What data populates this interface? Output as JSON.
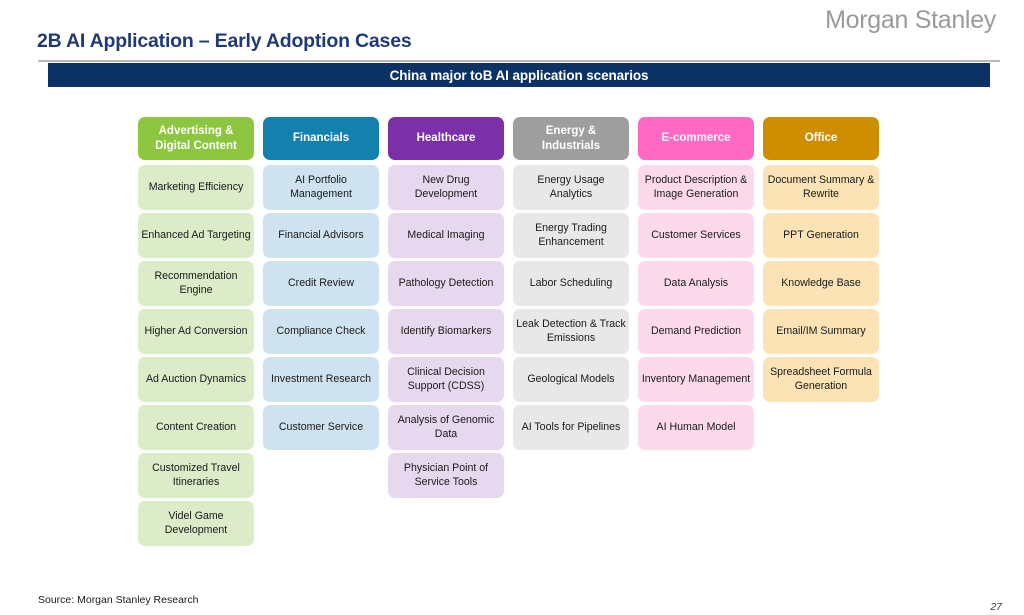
{
  "brand": {
    "logo_text": "Morgan Stanley",
    "logo_color": "#9a9a9a"
  },
  "slide": {
    "title": "2B AI Application – Early Adoption Cases",
    "title_color": "#1f3a77",
    "banner_text": "China major toB AI application scenarios",
    "banner_color": "#0c3263",
    "source": "Source: Morgan Stanley Research",
    "page_number": "27"
  },
  "matrix": {
    "columns": [
      {
        "header": "Advertising & Digital Content",
        "header_color": "#8cc63e",
        "cell_color": "#dcebc8",
        "cells": [
          "Marketing Efficiency",
          "Enhanced Ad Targeting",
          "Recommendation Engine",
          "Higher Ad Conversion",
          "Ad Auction Dynamics",
          "Content Creation",
          "Customized Travel Itineraries",
          "Videl Game Development"
        ]
      },
      {
        "header": "Financials",
        "header_color": "#1480ae",
        "cell_color": "#cee2ef",
        "cells": [
          "AI Portfolio Management",
          "Financial Advisors",
          "Credit Review",
          "Compliance Check",
          "Investment Research",
          "Customer Service"
        ]
      },
      {
        "header": "Healthcare",
        "header_color": "#7b2fa8",
        "cell_color": "#e6d8ee",
        "cells": [
          "New Drug Development",
          "Medical Imaging",
          "Pathology Detection",
          "Identify Biomarkers",
          "Clinical Decision Support (CDSS)",
          "Analysis of Genomic Data",
          "Physician Point of Service Tools"
        ]
      },
      {
        "header": "Energy & Industrials",
        "header_color": "#9e9e9e",
        "cell_color": "#e8e8e8",
        "cells": [
          "Energy Usage Analytics",
          "Energy Trading Enhancement",
          "Labor Scheduling",
          "Leak Detection & Track Emissions",
          "Geological Models",
          "AI Tools for Pipelines"
        ]
      },
      {
        "header": "E-commerce",
        "header_color": "#ff69c4",
        "cell_color": "#fcdaeb",
        "cells": [
          "Product Description & Image Generation",
          "Customer Services",
          "Data Analysis",
          "Demand Prediction",
          "Inventory Management",
          "AI Human Model"
        ]
      },
      {
        "header": "Office",
        "header_color": "#ce8e00",
        "cell_color": "#fbe3b5",
        "cells": [
          "Document Summary & Rewrite",
          "PPT Generation",
          "Knowledge Base",
          "Email/IM Summary",
          "Spreadsheet Formula Generation"
        ]
      }
    ]
  }
}
